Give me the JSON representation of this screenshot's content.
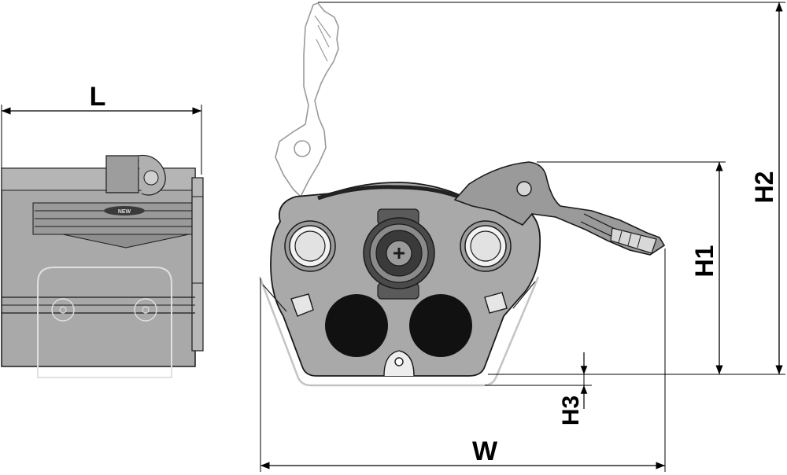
{
  "dimensions": {
    "length": "L",
    "width": "W",
    "height_1": "H1",
    "height_2": "H2",
    "height_3": "H3"
  },
  "subscripts": {
    "h1": "1",
    "h2": "2",
    "h3": "3"
  },
  "colors": {
    "body_fill": "#a8a8a8",
    "body_light": "#c6c6c6",
    "body_dark": "#8e8e8e",
    "outline": "#1a1a1a",
    "ghost": "#9a9a9a",
    "insert_dark": "#111111",
    "dimension_line": "#000000"
  },
  "logo_text": "NEW"
}
